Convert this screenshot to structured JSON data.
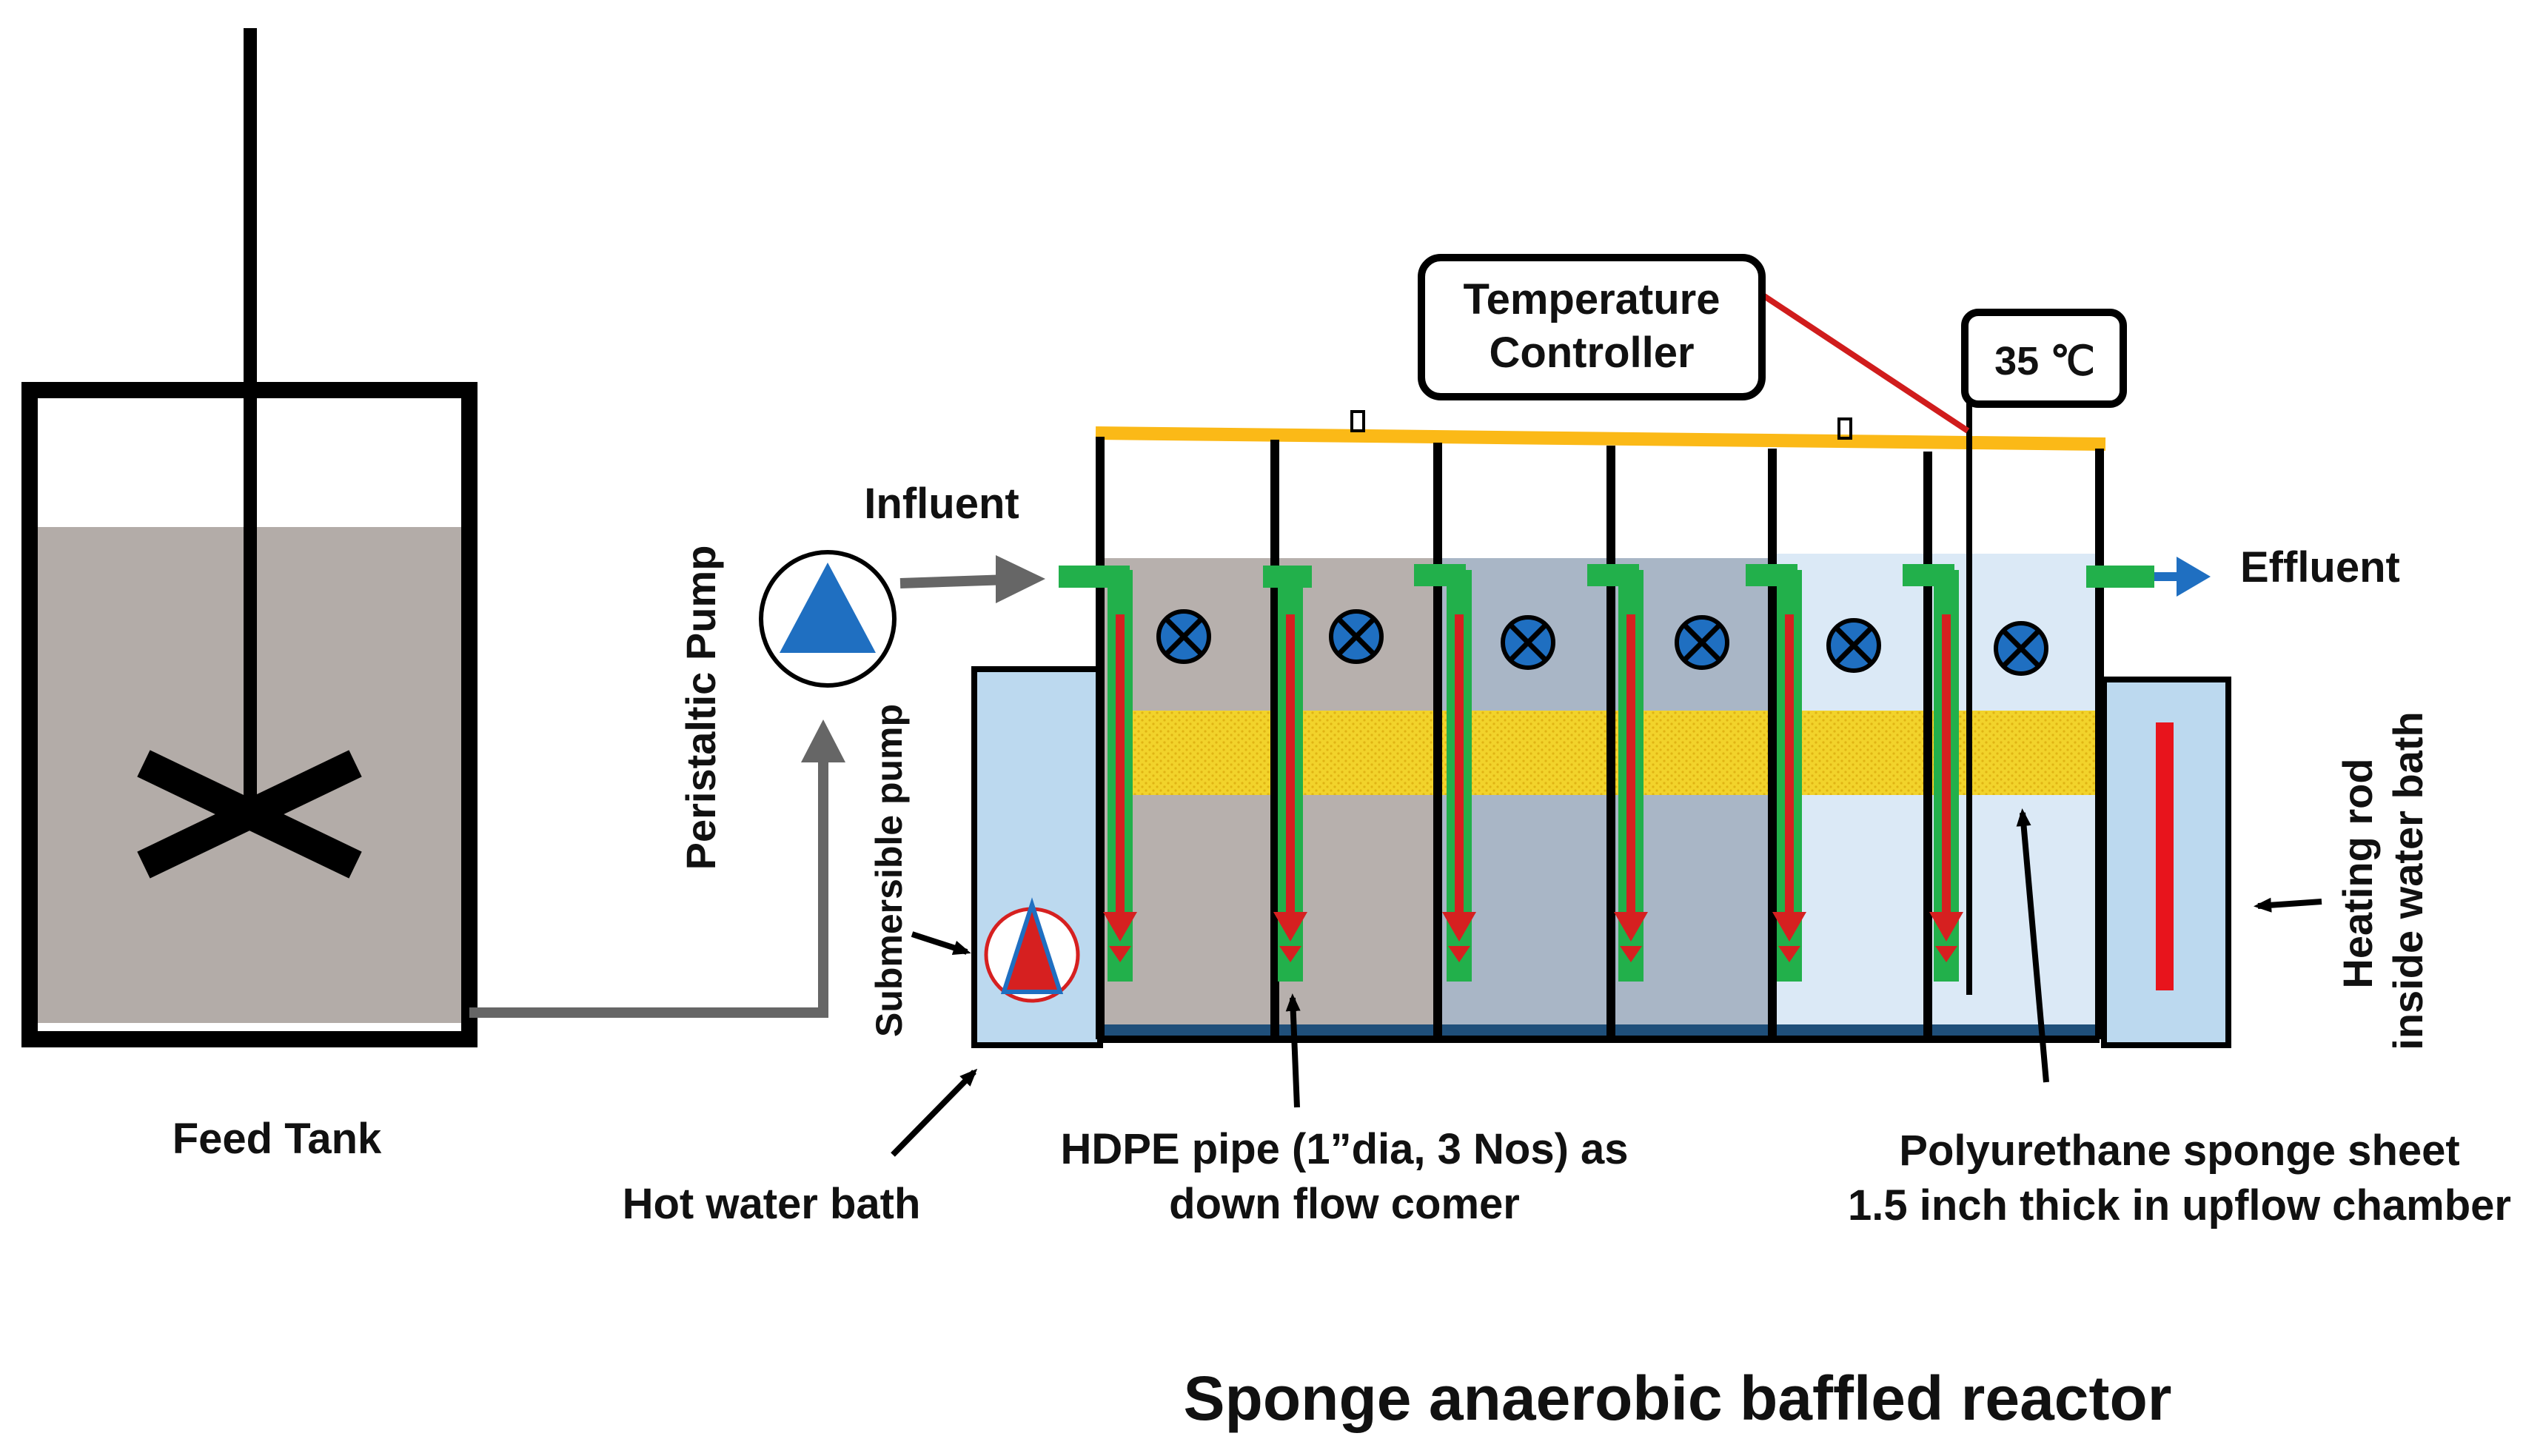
{
  "title": "Sponge anaerobic baffled reactor",
  "labels": {
    "feed_tank": "Feed Tank",
    "peristaltic_pump": "Peristaltic Pump",
    "influent": "Influent",
    "effluent": "Effluent",
    "submersible_pump": "Submersible pump",
    "hot_water_bath": "Hot water bath",
    "temp_controller_line1": "Temperature",
    "temp_controller_line2": "Controller",
    "temperature_readout": "35 ℃",
    "hdpe_line1": "HDPE pipe (1”dia, 3 Nos) as",
    "hdpe_line2": "down flow comer",
    "sponge_line1": "Polyurethane sponge sheet",
    "sponge_line2": "1.5 inch thick in upflow chamber",
    "heating_line1": "Heating rod",
    "heating_line2": "inside water bath"
  },
  "colors": {
    "outline": "#000000",
    "tank_liquid": "#b3aca8",
    "chamber_1_2": "#b7b0ad",
    "chamber_3_4": "#a9b6c6",
    "chamber_5_6": "#dbe9f6",
    "water_bath": "#bcd9ef",
    "sponge": "#f2d32b",
    "pipe_green": "#22b04b",
    "flow_red": "#d62020",
    "pump_blue": "#1f6fc1",
    "top_bar": "#fbb917",
    "controller_wire": "#d01c1c",
    "arrow_gray": "#666666"
  },
  "icons": {
    "chamber_markers": "crossed-circle-icon",
    "pumps": "triangle-pump-icon",
    "mixer": "impeller-icon"
  }
}
